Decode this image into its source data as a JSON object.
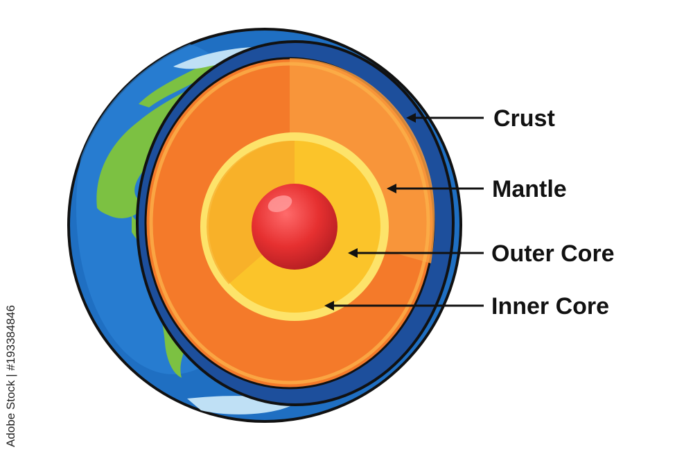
{
  "labels": {
    "crust": "Crust",
    "mantle": "Mantle",
    "outer_core": "Outer Core",
    "inner_core": "Inner Core"
  },
  "watermark": {
    "text": "Adobe Stock | #193384846"
  },
  "colors": {
    "ocean": "#1f6fc2",
    "land": "#7cc142",
    "crust_edge": "#1d4f9c",
    "mantle": "#f47a2a",
    "mantle_highlight": "#f89a3d",
    "outer_core": "#fbc42a",
    "outer_core_ring": "#fde36a",
    "inner_core": "#e63030",
    "inner_core_shade": "#b31d22",
    "leader_line": "#111111"
  }
}
